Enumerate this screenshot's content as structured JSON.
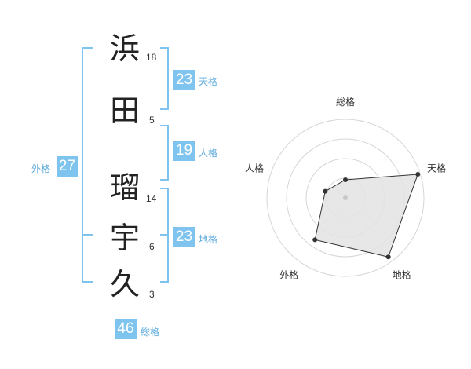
{
  "name": {
    "chars": [
      {
        "char": "浜",
        "strokes": "18"
      },
      {
        "char": "田",
        "strokes": "5"
      },
      {
        "char": "瑠",
        "strokes": "14"
      },
      {
        "char": "宇",
        "strokes": "6"
      },
      {
        "char": "久",
        "strokes": "3"
      }
    ]
  },
  "kakusu": {
    "tenkaku": {
      "value": "23",
      "label": "天格"
    },
    "jinkaku": {
      "value": "19",
      "label": "人格"
    },
    "chikaku": {
      "value": "23",
      "label": "地格"
    },
    "gaikaku": {
      "value": "27",
      "label": "外格"
    },
    "soukaku": {
      "value": "46",
      "label": "総格"
    }
  },
  "colors": {
    "accent": "#7ec4ee",
    "accent_text": "#5aa9dc",
    "bracket": "#7ec4ee",
    "radar_fill": "#e3e3e3",
    "radar_line": "#333333"
  },
  "chart_data": {
    "type": "radar",
    "axes": [
      "総格",
      "天格",
      "地格",
      "外格",
      "人格"
    ],
    "values": [
      0.23,
      0.97,
      0.93,
      0.66,
      0.27
    ],
    "range": [
      0,
      1
    ],
    "rings": 4
  }
}
